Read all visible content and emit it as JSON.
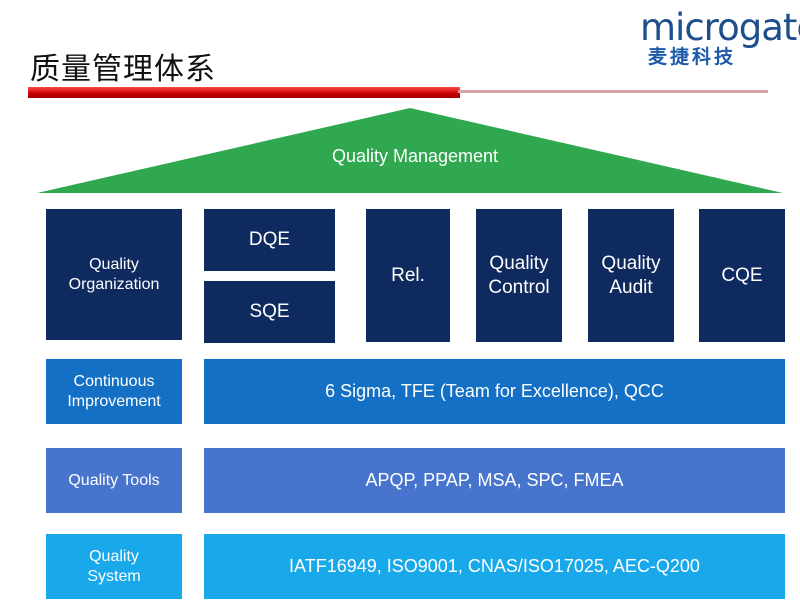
{
  "header": {
    "title": "质量管理体系",
    "logo_en": "microgate",
    "logo_cn": "麦捷科技"
  },
  "colors": {
    "title_bar": "#c80000",
    "roof": "#2fa84f",
    "navy": "#0f2a5e",
    "continuous": "#1470c4",
    "tools": "#4774cc",
    "system": "#19a8ea"
  },
  "roof": {
    "label": "Quality Management"
  },
  "pillars": {
    "organization": "Quality\nOrganization",
    "dqe": "DQE",
    "sqe": "SQE",
    "rel": "Rel.",
    "control": "Quality\nControl",
    "audit": "Quality\nAudit",
    "cqe": "CQE"
  },
  "layers": [
    {
      "label": "Continuous\nImprovement",
      "content": "6 Sigma, TFE (Team for Excellence), QCC"
    },
    {
      "label": "Quality Tools",
      "content": "APQP, PPAP, MSA, SPC, FMEA"
    },
    {
      "label": "Quality\nSystem",
      "content": "IATF16949, ISO9001, CNAS/ISO17025, AEC-Q200"
    }
  ]
}
